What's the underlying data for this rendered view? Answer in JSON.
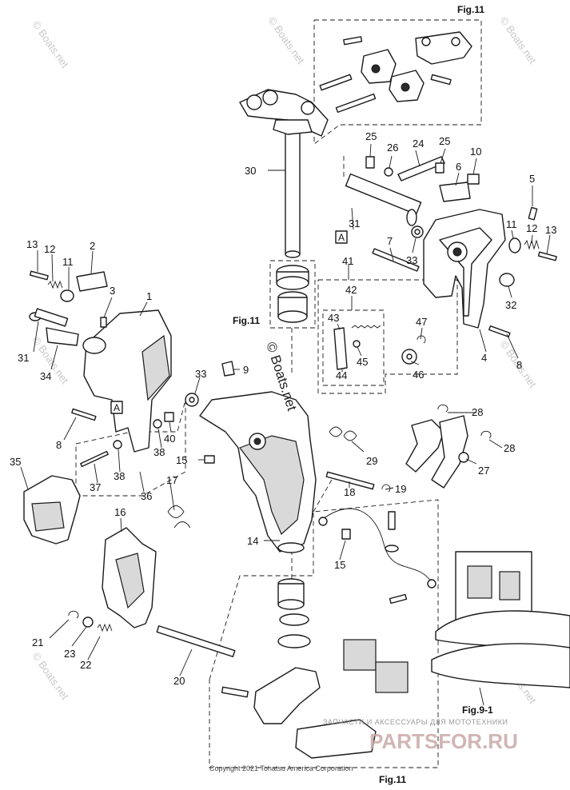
{
  "figure_refs": {
    "top_right": "Fig.11",
    "left_middle": "Fig.11",
    "bottom": "Fig.11",
    "bottom_right": "Fig.9-1"
  },
  "callouts": {
    "c1": "1",
    "c2": "2",
    "c3": "3",
    "c4": "4",
    "c5": "5",
    "c6": "6",
    "c7": "7",
    "c8a": "8",
    "c8b": "8",
    "c9": "9",
    "c10": "10",
    "c11a": "11",
    "c11b": "11",
    "c12a": "12",
    "c12b": "12",
    "c13a": "13",
    "c13b": "13",
    "c14": "14",
    "c15a": "15",
    "c15b": "15",
    "c16": "16",
    "c17": "17",
    "c18": "18",
    "c19": "19",
    "c20": "20",
    "c21": "21",
    "c22": "22",
    "c23": "23",
    "c24": "24",
    "c25a": "25",
    "c25b": "25",
    "c26": "26",
    "c27": "27",
    "c28a": "28",
    "c28b": "28",
    "c29": "29",
    "c30": "30",
    "c31a": "31",
    "c31b": "31",
    "c32": "32",
    "c33a": "33",
    "c33b": "33",
    "c34": "34",
    "c35": "35",
    "c36": "36",
    "c37": "37",
    "c38a": "38",
    "c38b": "38",
    "c40": "40",
    "c41": "41",
    "c42": "42",
    "c43": "43",
    "c44": "44",
    "c45": "45",
    "c46": "46",
    "c47": "47"
  },
  "box_labels": {
    "a_left": "A",
    "a_right": "A"
  },
  "watermarks": {
    "boats_net": "© Boats.net",
    "boats_net_large": "© Boats.net"
  },
  "copyright": "Copyright 2021 Tohatsu America Corporation",
  "brand_tagline": "ЗАПЧАСТИ И АКСЕССУАРЫ ДЛЯ МОТОТЕХНИКИ",
  "brand_logo": "PARTSFOR.RU"
}
